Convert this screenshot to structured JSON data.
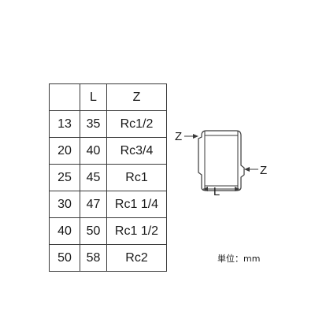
{
  "table": {
    "headers": [
      "",
      "L",
      "Z"
    ],
    "rows": [
      [
        "13",
        "35",
        "Rc1/2"
      ],
      [
        "20",
        "40",
        "Rc3/4"
      ],
      [
        "25",
        "45",
        "Rc1"
      ],
      [
        "30",
        "47",
        "Rc1 1/4"
      ],
      [
        "40",
        "50",
        "Rc1 1/2"
      ],
      [
        "50",
        "58",
        "Rc2"
      ]
    ]
  },
  "diagram": {
    "z_left_label": "Z",
    "z_right_label": "Z",
    "length_label": "L"
  },
  "unit_label": "単位：mm"
}
